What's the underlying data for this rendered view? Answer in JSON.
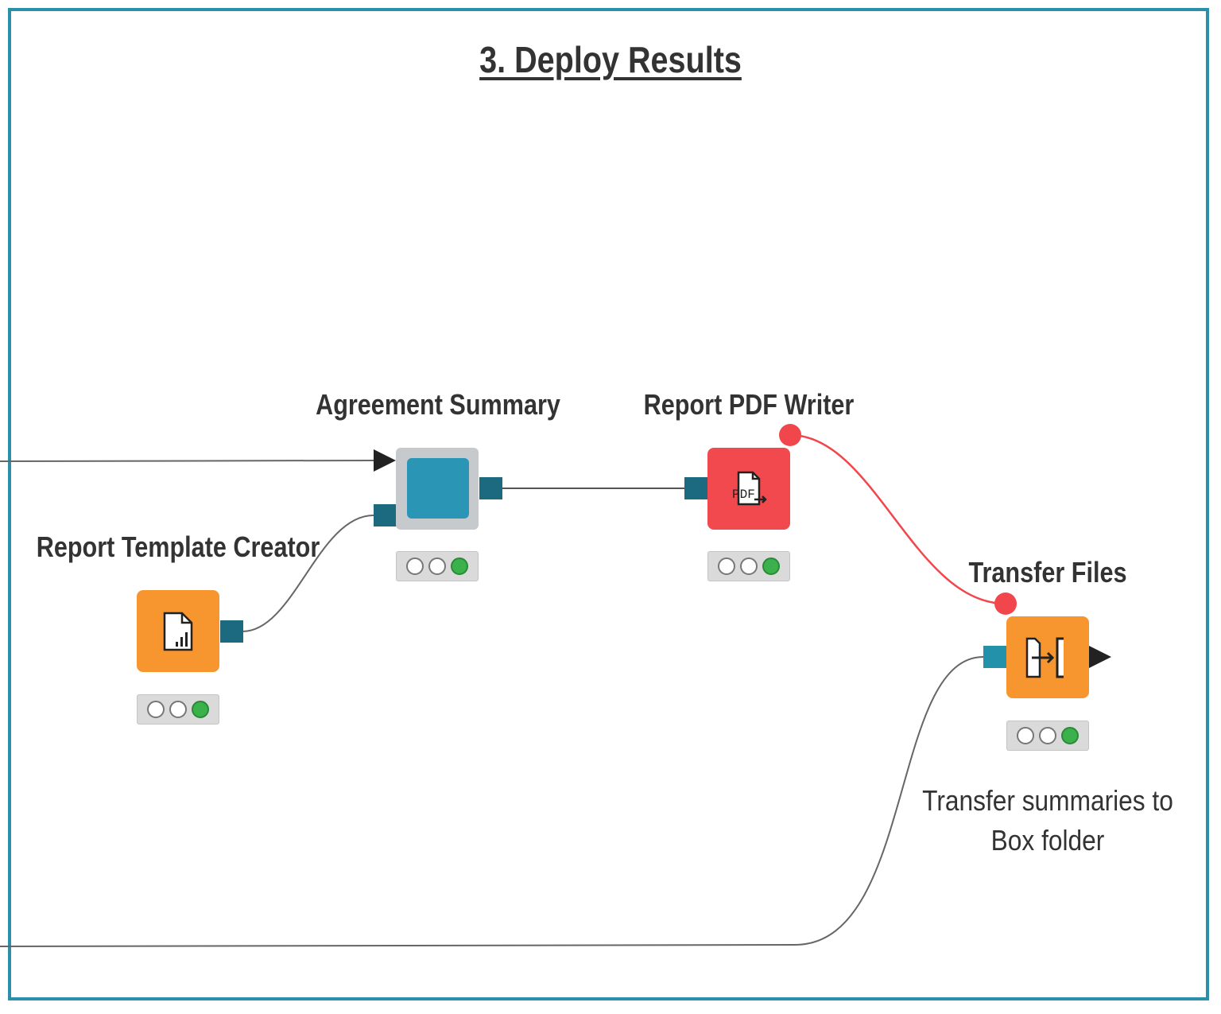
{
  "section": {
    "title": "3. Deploy Results"
  },
  "nodes": {
    "agreement_summary": {
      "label": "Agreement Summary",
      "color": "#2b95b5"
    },
    "report_pdf_writer": {
      "label": "Report PDF Writer",
      "color": "#f2494f",
      "icon": "pdf-writer-icon"
    },
    "report_template_creator": {
      "label": "Report Template Creator",
      "color": "#f7952f",
      "icon": "report-template-icon"
    },
    "transfer_files": {
      "label": "Transfer Files",
      "color": "#f7952f",
      "icon": "transfer-files-icon",
      "annotation_line1": "Transfer summaries to",
      "annotation_line2": "Box folder"
    }
  },
  "status": {
    "executed": "green"
  }
}
